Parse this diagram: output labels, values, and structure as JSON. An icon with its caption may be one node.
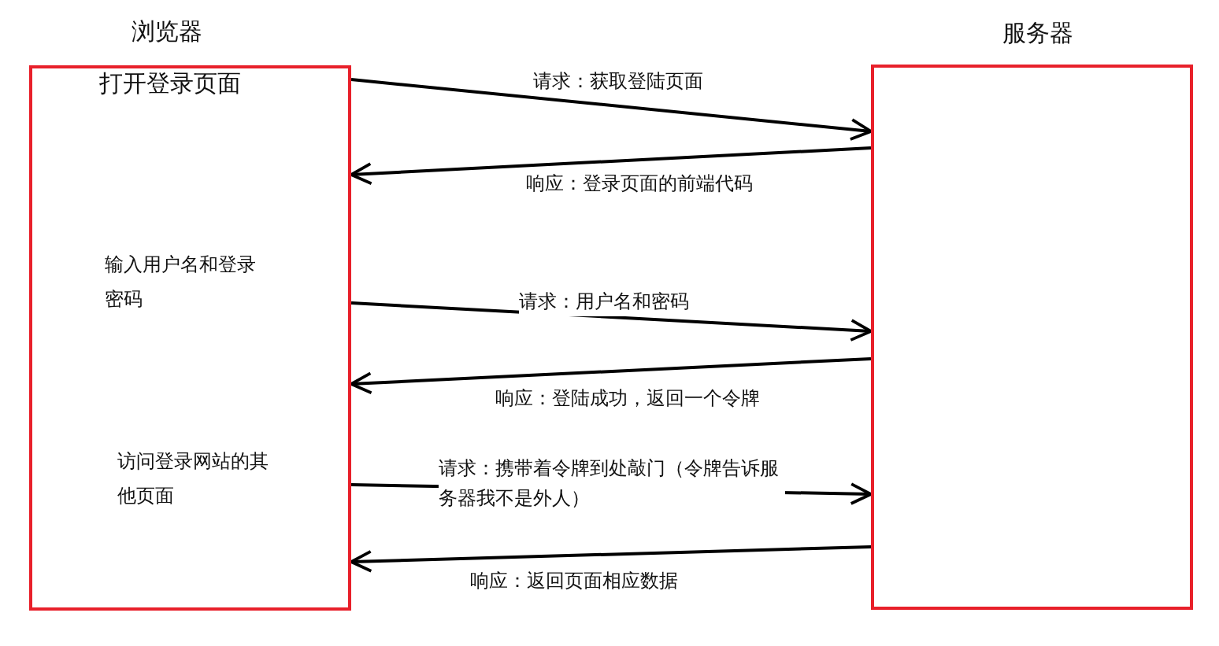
{
  "diagram": {
    "nodes": [
      {
        "text": [
          "浏览器",
          "打开登录页面",
          "输入用户名和登录密码",
          "访问登录网站的其他页面"
        ]
      },
      {
        "text": [
          "服务器"
        ]
      }
    ],
    "edges": [
      {
        "from": 0,
        "to": 1,
        "arrow": "to",
        "label": "请求：获取登陆页面"
      },
      {
        "from": 1,
        "to": 0,
        "arrow": "to",
        "label": "响应：登录页面的前端代码"
      },
      {
        "from": 0,
        "to": 1,
        "arrow": "to",
        "label": "请求：用户名和密码"
      },
      {
        "from": 1,
        "to": 0,
        "arrow": "to",
        "label": "响应：登陆成功，返回一个令牌"
      },
      {
        "from": 0,
        "to": 1,
        "arrow": "to",
        "label": "请求：携带着令牌到处敲门（令牌告诉服务器我不是外人）"
      },
      {
        "from": 1,
        "to": 0,
        "arrow": "to",
        "label": "响应：返回页面相应数据"
      }
    ]
  }
}
